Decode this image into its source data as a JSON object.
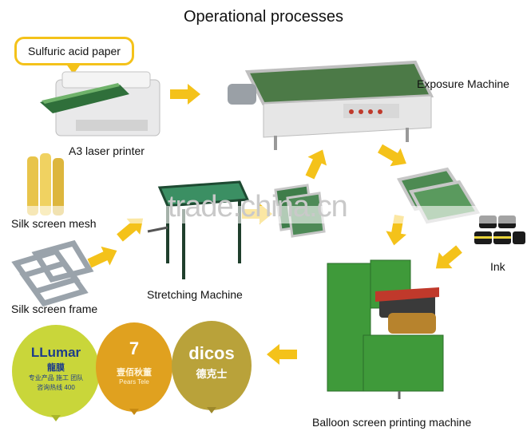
{
  "title": "Operational processes",
  "callout": "Sulfuric acid paper",
  "labels": {
    "printer": "A3 laser printer",
    "exposure": "Exposure Machine",
    "mesh": "Silk screen mesh",
    "frame": "Silk screen frame",
    "stretching": "Stretching Machine",
    "ink": "Ink",
    "balloon_machine": "Balloon screen printing machine"
  },
  "watermark": "trade.china.cn",
  "balloons": [
    {
      "brand": "LLumar",
      "brand_cn": "龍膜",
      "line1": "专业产品 施工 团队",
      "line2": "咨询热线 400",
      "color": "#c9d63a"
    },
    {
      "brand": "7",
      "brand_cn": "壹佰秋董",
      "line1": "Pears Tele",
      "color": "#e0a11f"
    },
    {
      "brand": "dicos",
      "brand_cn": "德克士",
      "color": "#b9a23a"
    }
  ],
  "colors": {
    "arrow": "#f4c21a",
    "machine_green": "#3f9a3a",
    "tray_green": "#2f6f3a"
  }
}
